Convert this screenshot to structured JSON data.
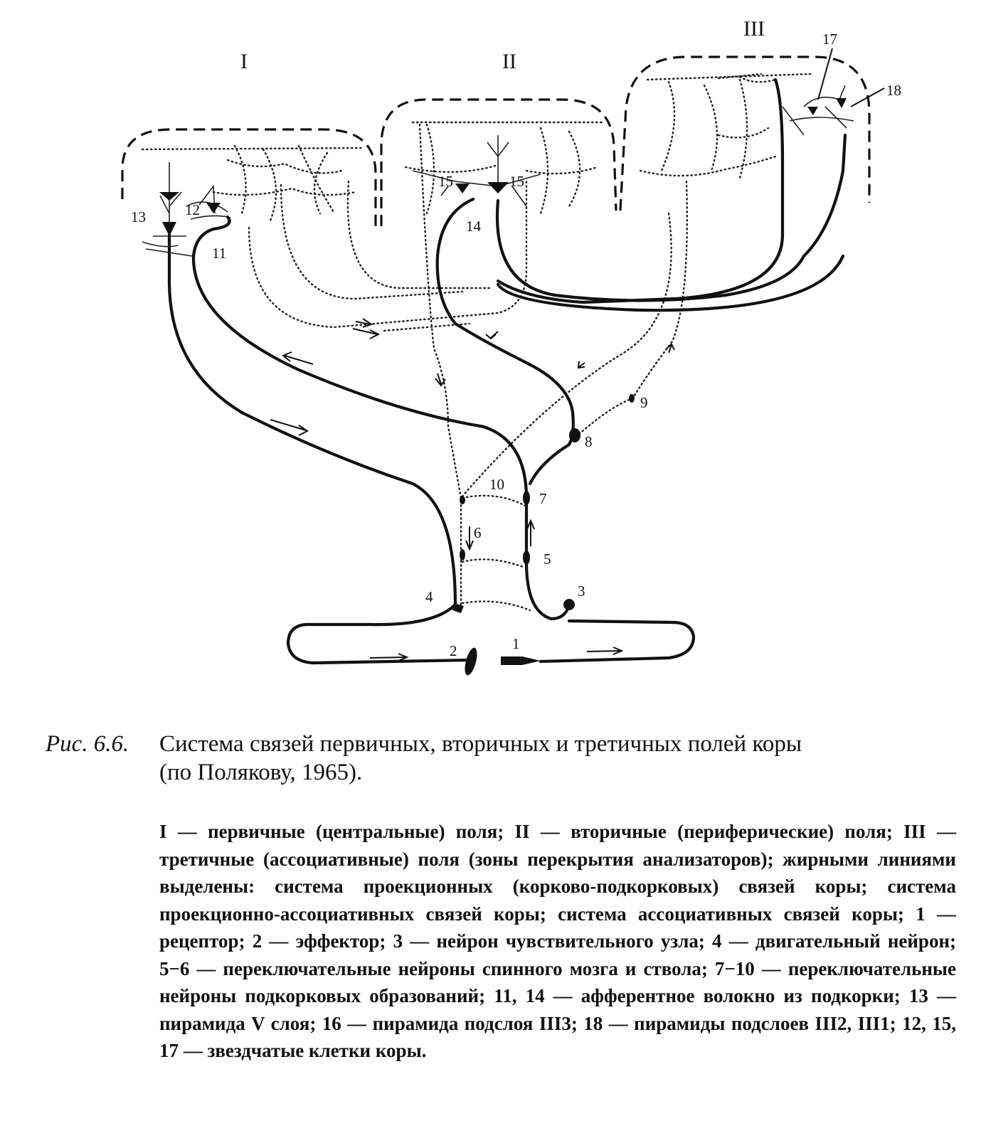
{
  "figure": {
    "field_labels": [
      "I",
      "II",
      "III"
    ],
    "neuron_labels": [
      "1",
      "2",
      "3",
      "4",
      "5",
      "6",
      "7",
      "8",
      "9",
      "10",
      "11",
      "12",
      "13",
      "14",
      "15",
      "15",
      "17",
      "18"
    ]
  },
  "caption": {
    "label": "Рис. 6.6.",
    "title_line1": "Система связей первичных, вторичных и третичных полей коры",
    "title_line2": "(по Полякову, 1965).",
    "legend": "I — первичные (центральные) поля; II — вторичные (периферические) поля; III — третичные (ассоциативные) поля (зоны перекрытия анализаторов); жирными линиями выделены: система проекционных (корково-подкорковых) связей коры; система проекционно-ассоциативных связей коры; система ассоциативных связей коры; 1 — рецептор; 2 — эффектор; 3 — нейрон чувствительного узла; 4 — двигательный нейрон; 5−6 — переключательные нейроны спинного мозга и ствола; 7−10 — переключательные нейроны подкорковых образований; 11, 14 — афферентное волокно из подкорки; 13 — пирамида V слоя; 16 — пирамида подслоя III3; 18 — пирамиды подслоев III2, III1; 12, 15, 17 — звездчатые клетки коры."
  }
}
